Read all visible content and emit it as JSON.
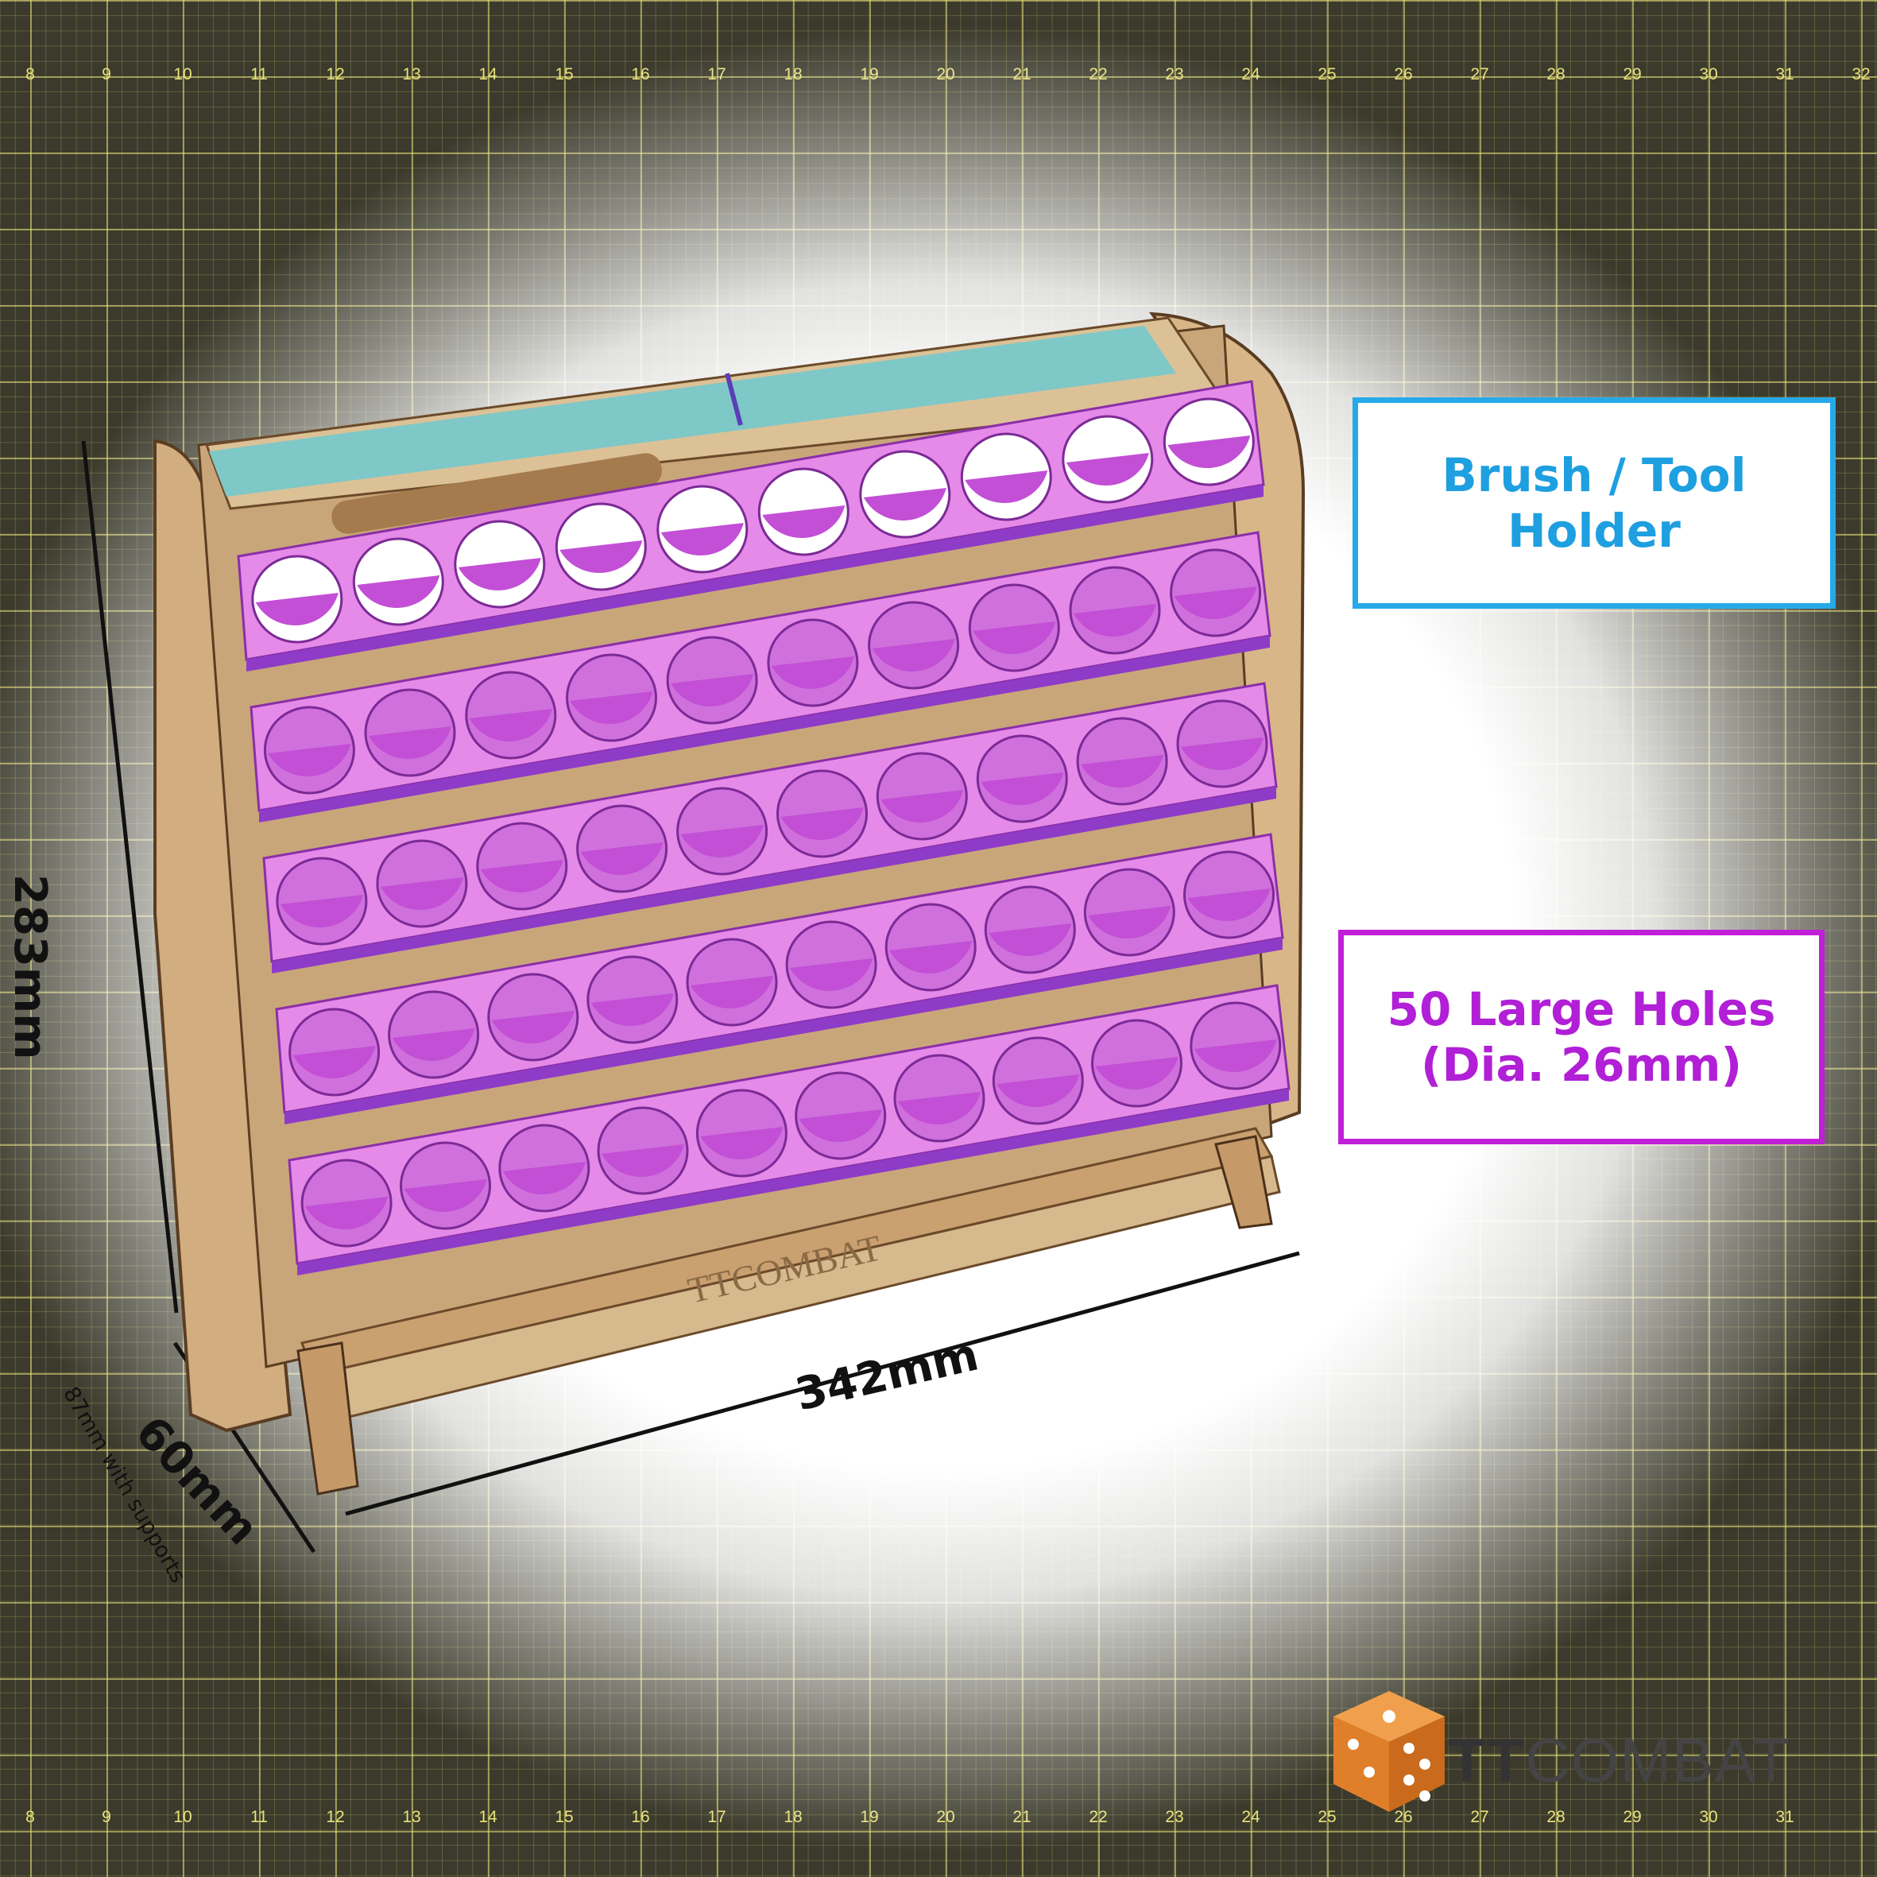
{
  "ruler_top": [
    "8",
    "9",
    "10",
    "11",
    "12",
    "13",
    "14",
    "15",
    "16",
    "17",
    "18",
    "19",
    "20",
    "21",
    "22",
    "23",
    "24",
    "25",
    "26",
    "27",
    "28",
    "29",
    "30",
    "31",
    "32"
  ],
  "ruler_bottom": [
    "8",
    "9",
    "10",
    "11",
    "12",
    "13",
    "14",
    "15",
    "16",
    "17",
    "18",
    "19",
    "20",
    "21",
    "22",
    "23",
    "24",
    "25",
    "26",
    "27",
    "28",
    "29",
    "30",
    "31"
  ],
  "callouts": {
    "brush": {
      "line1": "Brush / Tool",
      "line2": "Holder",
      "color": "#26a9e8"
    },
    "holes": {
      "line1": "50 Large Holes",
      "line2": "(Dia. 26mm)",
      "color": "#c11ed8"
    }
  },
  "dimensions": {
    "height": "283mm",
    "width": "342mm",
    "depth": "60mm",
    "depth_note": "87mm with supports"
  },
  "product": {
    "engraving": "TTCOMBAT",
    "rows": 5,
    "holes_per_row": 10,
    "shelf_color": "#e58ae8",
    "wood_color": "#d9b98c",
    "tape_color": "#7ec8c8"
  },
  "brand": {
    "logo_bold": "TT",
    "logo_rest": "COMBAT",
    "dice_color": "#e8893a"
  }
}
